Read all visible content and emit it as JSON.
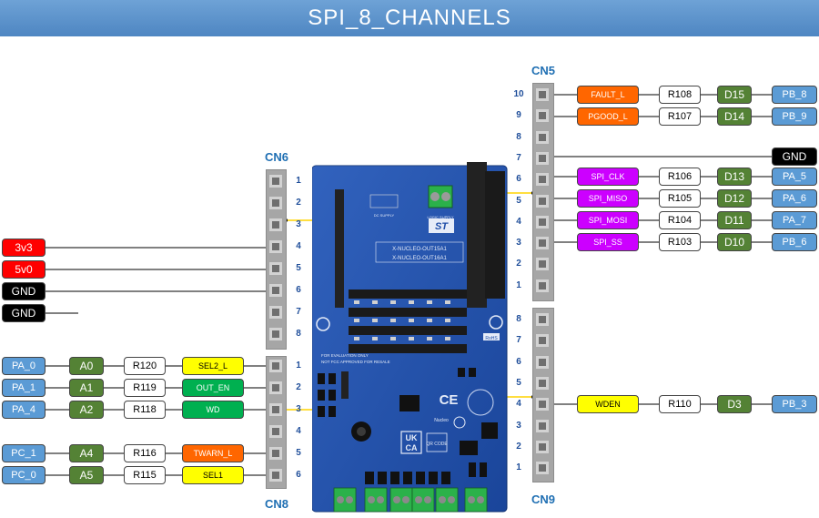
{
  "title": "SPI_8_CHANNELS",
  "connectors": {
    "cn6": {
      "label": "CN6",
      "pins": [
        "1",
        "2",
        "3",
        "4",
        "5",
        "6",
        "7",
        "8"
      ]
    },
    "cn8": {
      "label": "CN8",
      "pins": [
        "1",
        "2",
        "3",
        "4",
        "5",
        "6"
      ]
    },
    "cn5": {
      "label": "CN5",
      "pins": [
        "10",
        "9",
        "8",
        "7",
        "6",
        "5",
        "4",
        "3",
        "2",
        "1"
      ]
    },
    "cn9": {
      "label": "CN9",
      "pins": [
        "8",
        "7",
        "6",
        "5",
        "4",
        "3",
        "2",
        "1"
      ]
    }
  },
  "left_power": [
    {
      "label": "3v3",
      "color": "red"
    },
    {
      "label": "5v0",
      "color": "red"
    },
    {
      "label": "GND",
      "color": "black"
    },
    {
      "label": "GND",
      "color": "black"
    }
  ],
  "left_signals": [
    {
      "port": "PA_0",
      "arduino": "A0",
      "resistor": "R120",
      "signal": "SEL2_L",
      "signal_color": "yellow"
    },
    {
      "port": "PA_1",
      "arduino": "A1",
      "resistor": "R119",
      "signal": "OUT_EN",
      "signal_color": "green"
    },
    {
      "port": "PA_4",
      "arduino": "A2",
      "resistor": "R118",
      "signal": "WD",
      "signal_color": "green"
    },
    {
      "port": "PC_1",
      "arduino": "A4",
      "resistor": "R116",
      "signal": "TWARN_L",
      "signal_color": "orange"
    },
    {
      "port": "PC_0",
      "arduino": "A5",
      "resistor": "R115",
      "signal": "SEL1",
      "signal_color": "yellow"
    }
  ],
  "right_signals": [
    {
      "signal": "FAULT_L",
      "signal_color": "orange",
      "resistor": "R108",
      "arduino": "D15",
      "port": "PB_8"
    },
    {
      "signal": "PGOOD_L",
      "signal_color": "orange",
      "resistor": "R107",
      "arduino": "D14",
      "port": "PB_9"
    },
    {
      "signal": "SPI_CLK",
      "signal_color": "purple",
      "resistor": "R106",
      "arduino": "D13",
      "port": "PA_5"
    },
    {
      "signal": "SPI_MISO",
      "signal_color": "purple",
      "resistor": "R105",
      "arduino": "D12",
      "port": "PA_6"
    },
    {
      "signal": "SPI_MOSI",
      "signal_color": "purple",
      "resistor": "R104",
      "arduino": "D11",
      "port": "PA_7"
    },
    {
      "signal": "SPI_SS",
      "signal_color": "purple",
      "resistor": "R103",
      "arduino": "D10",
      "port": "PB_6"
    },
    {
      "signal": "WDEN",
      "signal_color": "yellow",
      "resistor": "R110",
      "arduino": "D3",
      "port": "PB_3"
    }
  ],
  "right_gnd": "GND",
  "board": {
    "silkscreen_line1": "X-NUCLEO-OUT15A1",
    "silkscreen_line2": "X-NUCLEO-OUT16A1",
    "dc_supply": "DC SUPPLY",
    "logic_supply": "LOGIC SUPPLY",
    "eval_note_1": "FOR EVALUATION ONLY",
    "eval_note_2": "NOT FCC APPROVED FOR RESALE",
    "ce_mark": "CE",
    "ukca_top": "UK",
    "ukca_bottom": "CA",
    "qr_label": "QR CODE",
    "rohs": "RoHS",
    "nucleo": "Nucleo",
    "logo": "ST"
  },
  "colors": {
    "banner": "#5b9bd5",
    "red": "#ff0000",
    "black": "#000000",
    "blue": "#5b9bd5",
    "green": "#548235",
    "yellow": "#ffff00",
    "orange": "#ff6600",
    "purple": "#cc00ff",
    "board": "#1f4ea8",
    "wire_highlight": "#ffd700"
  }
}
